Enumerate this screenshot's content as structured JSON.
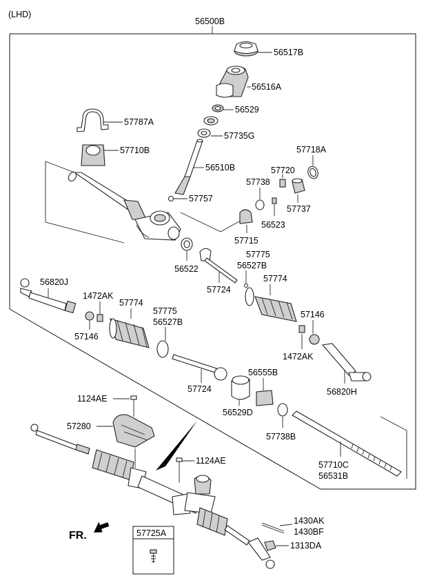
{
  "header": {
    "lhd": "(LHD)",
    "assembly": "56500B"
  },
  "labels": {
    "p56517B": "56517B",
    "p56516A": "56516A",
    "p56529": "56529",
    "p57787A": "57787A",
    "p57735G": "57735G",
    "p57710B": "57710B",
    "p57718A": "57718A",
    "p56510B": "56510B",
    "p57720": "57720",
    "p57738a": "57738",
    "p57757": "57757",
    "p57737": "57737",
    "p56523": "56523",
    "p57715": "57715",
    "p56522": "56522",
    "p57775a": "57775",
    "p56527Ba": "56527B",
    "p57774a": "57774",
    "p57724a": "57724",
    "p56820J": "56820J",
    "p1472AKa": "1472AK",
    "p57774b": "57774",
    "p57775b": "57775",
    "p56527Bb": "56527B",
    "p57146a": "57146",
    "p57146b": "57146",
    "p1472AKb": "1472AK",
    "p56555B": "56555B",
    "p57724b": "57724",
    "p56820H": "56820H",
    "p56529D": "56529D",
    "p1124AEa": "1124AE",
    "p57280": "57280",
    "p57738B": "57738B",
    "p57710C": "57710C",
    "p56531B": "56531B",
    "p1124AEb": "1124AE",
    "p1430AK": "1430AK",
    "p1430BF": "1430BF",
    "p1313DA": "1313DA"
  },
  "fr_label": "FR.",
  "inset": {
    "title": "57725A"
  }
}
